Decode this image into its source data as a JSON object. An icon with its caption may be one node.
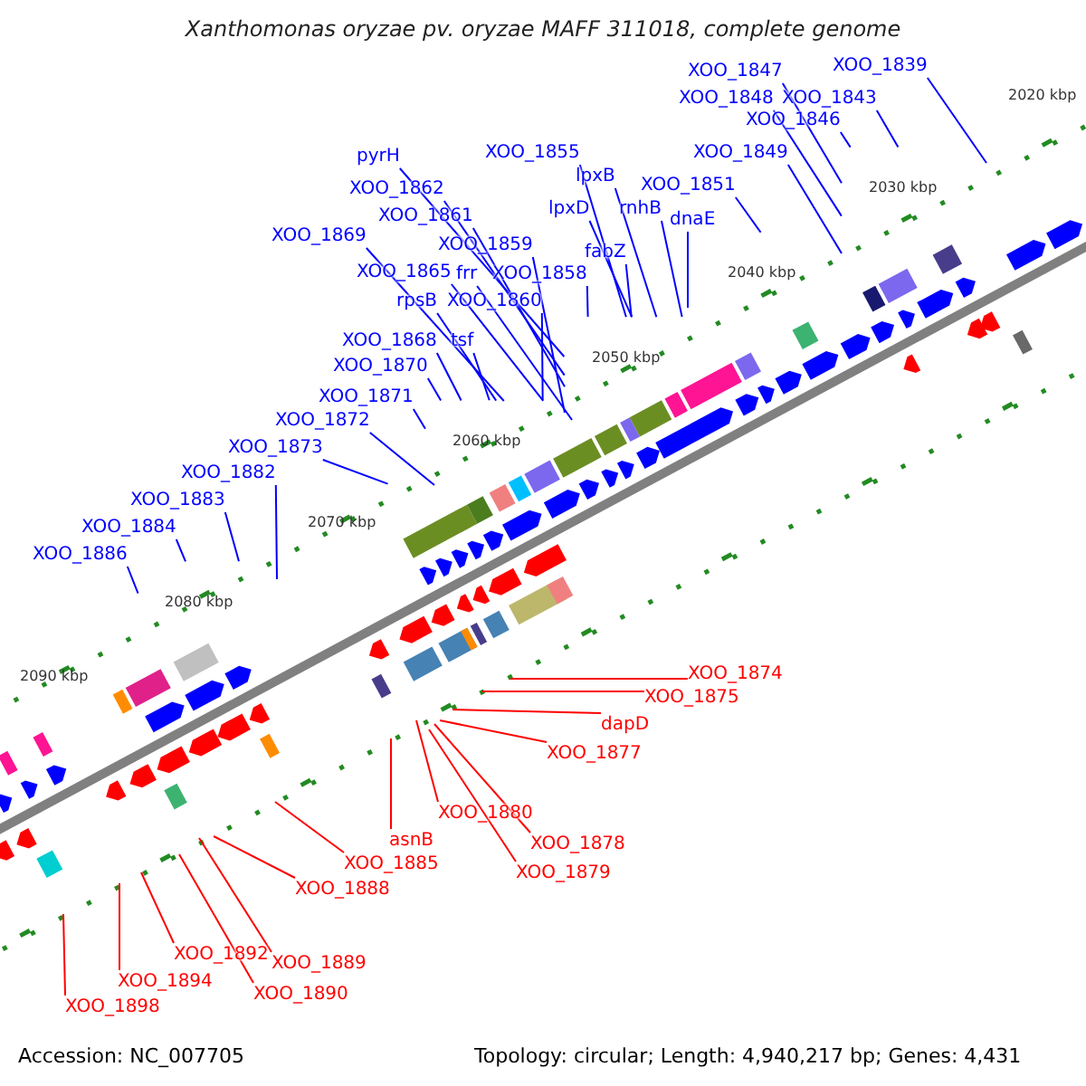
{
  "diagram": {
    "title": "Xanthomonas oryzae pv. oryzae MAFF 311018, complete genome",
    "nodes": [
      {
        "text": [
          "XOO_1847"
        ]
      },
      {
        "text": [
          "XOO_1839"
        ]
      },
      {
        "text": [
          "XOO_1848"
        ]
      },
      {
        "text": [
          "XOO_1843"
        ]
      },
      {
        "text": [
          "XOO_1846"
        ]
      },
      {
        "text": [
          "XOO_1849"
        ]
      },
      {
        "text": [
          "pyrH"
        ]
      },
      {
        "text": [
          "XOO_1855"
        ]
      },
      {
        "text": [
          "lpxB"
        ]
      },
      {
        "text": [
          "XOO_1851"
        ]
      },
      {
        "text": [
          "XOO_1862"
        ]
      },
      {
        "text": [
          "lpxD"
        ]
      },
      {
        "text": [
          "rnhB"
        ]
      },
      {
        "text": [
          "XOO_1861"
        ]
      },
      {
        "text": [
          "dnaE"
        ]
      },
      {
        "text": [
          "XOO_1869"
        ]
      },
      {
        "text": [
          "XOO_1859"
        ]
      },
      {
        "text": [
          "fabZ"
        ]
      },
      {
        "text": [
          "XOO_1865"
        ]
      },
      {
        "text": [
          "frr"
        ]
      },
      {
        "text": [
          "XOO_1858"
        ]
      },
      {
        "text": [
          "rpsB"
        ]
      },
      {
        "text": [
          "XOO_1860"
        ]
      },
      {
        "text": [
          "XOO_1868"
        ]
      },
      {
        "text": [
          "tsf"
        ]
      },
      {
        "text": [
          "XOO_1870"
        ]
      },
      {
        "text": [
          "XOO_1871"
        ]
      },
      {
        "text": [
          "XOO_1872"
        ]
      },
      {
        "text": [
          "XOO_1873"
        ]
      },
      {
        "text": [
          "XOO_1882"
        ]
      },
      {
        "text": [
          "XOO_1883"
        ]
      },
      {
        "text": [
          "XOO_1884"
        ]
      },
      {
        "text": [
          "XOO_1886"
        ]
      },
      {
        "text": [
          "XOO_1874"
        ]
      },
      {
        "text": [
          "XOO_1875"
        ]
      },
      {
        "text": [
          "dapD"
        ]
      },
      {
        "text": [
          "XOO_1877"
        ]
      },
      {
        "text": [
          "XOO_1880"
        ]
      },
      {
        "text": [
          "asnB"
        ]
      },
      {
        "text": [
          "XOO_1878"
        ]
      },
      {
        "text": [
          "XOO_1885"
        ]
      },
      {
        "text": [
          "XOO_1879"
        ]
      },
      {
        "text": [
          "XOO_1888"
        ]
      },
      {
        "text": [
          "XOO_1892"
        ]
      },
      {
        "text": [
          "XOO_1889"
        ]
      },
      {
        "text": [
          "XOO_1894"
        ]
      },
      {
        "text": [
          "XOO_1890"
        ]
      },
      {
        "text": [
          "XOO_1898"
        ]
      }
    ],
    "edges": [
      {
        "from": 0,
        "to": null,
        "arrow": "none"
      },
      {
        "from": 1,
        "to": null,
        "arrow": "none"
      },
      {
        "from": 2,
        "to": null,
        "arrow": "none"
      },
      {
        "from": 3,
        "to": null,
        "arrow": "none"
      },
      {
        "from": 4,
        "to": null,
        "arrow": "none"
      },
      {
        "from": 5,
        "to": null,
        "arrow": "none"
      },
      {
        "from": 6,
        "to": null,
        "arrow": "none"
      },
      {
        "from": 7,
        "to": null,
        "arrow": "none"
      },
      {
        "from": 8,
        "to": null,
        "arrow": "none"
      },
      {
        "from": 9,
        "to": null,
        "arrow": "none"
      },
      {
        "from": 10,
        "to": null,
        "arrow": "none"
      },
      {
        "from": 11,
        "to": null,
        "arrow": "none"
      },
      {
        "from": 12,
        "to": null,
        "arrow": "none"
      },
      {
        "from": 13,
        "to": null,
        "arrow": "none"
      },
      {
        "from": 14,
        "to": null,
        "arrow": "none"
      },
      {
        "from": 15,
        "to": null,
        "arrow": "none"
      },
      {
        "from": 16,
        "to": null,
        "arrow": "none"
      },
      {
        "from": 17,
        "to": null,
        "arrow": "none"
      },
      {
        "from": 18,
        "to": null,
        "arrow": "none"
      },
      {
        "from": 19,
        "to": null,
        "arrow": "none"
      },
      {
        "from": 20,
        "to": null,
        "arrow": "none"
      },
      {
        "from": 21,
        "to": null,
        "arrow": "none"
      },
      {
        "from": 22,
        "to": null,
        "arrow": "none"
      },
      {
        "from": 23,
        "to": null,
        "arrow": "none"
      },
      {
        "from": 24,
        "to": null,
        "arrow": "none"
      },
      {
        "from": 25,
        "to": null,
        "arrow": "none"
      },
      {
        "from": 26,
        "to": null,
        "arrow": "none"
      },
      {
        "from": 27,
        "to": null,
        "arrow": "none"
      },
      {
        "from": 28,
        "to": null,
        "arrow": "none"
      },
      {
        "from": 29,
        "to": null,
        "arrow": "none"
      },
      {
        "from": 30,
        "to": null,
        "arrow": "none"
      },
      {
        "from": 31,
        "to": null,
        "arrow": "none"
      },
      {
        "from": 32,
        "to": null,
        "arrow": "none"
      },
      {
        "from": 33,
        "to": null,
        "arrow": "none",
        "color": "#ff0000"
      },
      {
        "from": 34,
        "to": null,
        "arrow": "none",
        "color": "#ff0000"
      },
      {
        "from": 35,
        "to": null,
        "arrow": "none",
        "color": "#ff0000"
      },
      {
        "from": 36,
        "to": null,
        "arrow": "none",
        "color": "#ff0000"
      },
      {
        "from": 37,
        "to": null,
        "arrow": "none",
        "color": "#ff0000"
      },
      {
        "from": 38,
        "to": null,
        "arrow": "none",
        "color": "#ff0000"
      },
      {
        "from": 39,
        "to": null,
        "arrow": "none",
        "color": "#ff0000"
      },
      {
        "from": 40,
        "to": null,
        "arrow": "none",
        "color": "#ff0000"
      },
      {
        "from": 41,
        "to": null,
        "arrow": "none",
        "color": "#ff0000"
      },
      {
        "from": 42,
        "to": null,
        "arrow": "none",
        "color": "#ff0000"
      },
      {
        "from": 43,
        "to": null,
        "arrow": "none",
        "color": "#ff0000"
      },
      {
        "from": 44,
        "to": null,
        "arrow": "none",
        "color": "#ff0000"
      },
      {
        "from": 45,
        "to": null,
        "arrow": "none",
        "color": "#ff0000"
      },
      {
        "from": 46,
        "to": null,
        "arrow": "none",
        "color": "#ff0000"
      },
      {
        "from": 47,
        "to": null,
        "arrow": "none",
        "color": "#ff0000"
      }
    ],
    "labels": [
      "2020 kbp",
      "2030 kbp",
      "2040 kbp",
      "2050 kbp",
      "2060 kbp",
      "2070 kbp",
      "2080 kbp",
      "2090 kbp",
      "Accession: NC_007705",
      "Topology: circular; Length: 4,940,217 bp; Genes: 4,431"
    ]
  }
}
